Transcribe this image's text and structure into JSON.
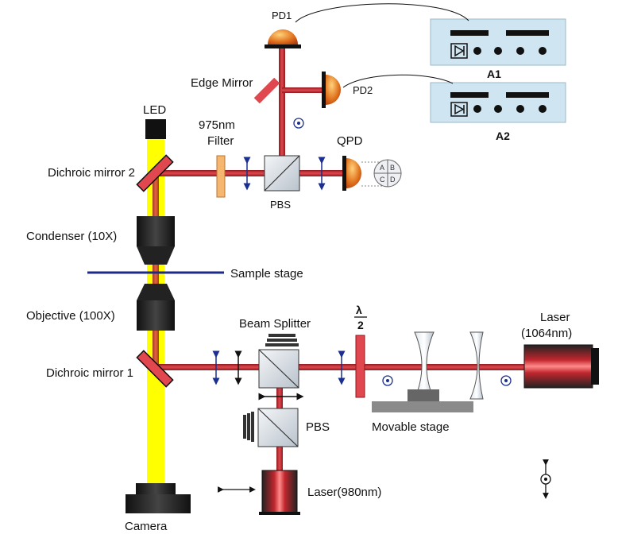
{
  "labels": {
    "pd1": "PD1",
    "pd2": "PD2",
    "a1": "A1",
    "a2": "A2",
    "edge_mirror": "Edge Mirror",
    "led": "LED",
    "filter_line1": "975nm",
    "filter_line2": "Filter",
    "qpd": "QPD",
    "dichroic2": "Dichroic mirror 2",
    "pbs_top": "PBS",
    "condenser": "Condenser (10X)",
    "sample_stage": "Sample stage",
    "objective": "Objective (100X)",
    "beam_splitter": "Beam Splitter",
    "half_wave_num": "λ",
    "half_wave_den": "2",
    "laser1064_line1": "Laser",
    "laser1064_line2": "(1064nm)",
    "dichroic1": "Dichroic mirror 1",
    "movable_stage": "Movable stage",
    "pbs_bottom": "PBS",
    "laser980": "Laser(980nm)",
    "camera": "Camera"
  },
  "qpd_quadrants": [
    "A",
    "B",
    "C",
    "D"
  ],
  "colors": {
    "beam_red": "#c0262d",
    "beam_yellow": "#ffff00",
    "polarization_arrow": "#1a2f8f",
    "instrument_panel": "#cfe6f2",
    "detector_orange": "#e0701c",
    "sample_stage_line": "#1c2b8a"
  }
}
